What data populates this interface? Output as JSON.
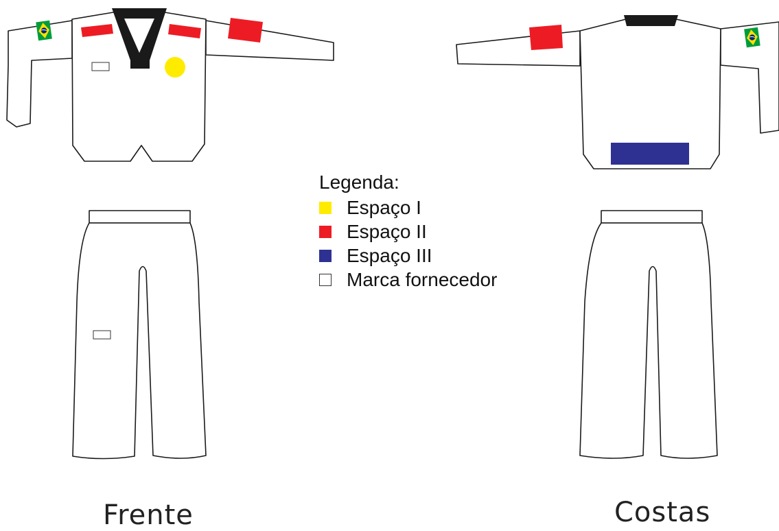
{
  "legend": {
    "title": "Legenda:",
    "items": [
      {
        "label": "Espaço I",
        "color": "#ffeb00",
        "border": "#ffeb00"
      },
      {
        "label": "Espaço II",
        "color": "#ed1c24",
        "border": "#ed1c24"
      },
      {
        "label": "Espaço III",
        "color": "#2e3192",
        "border": "#2e3192"
      },
      {
        "label": "Marca fornecedor",
        "color": "#ffffff",
        "border": "#333333"
      }
    ]
  },
  "captions": {
    "front": "Frente",
    "back": "Costas"
  },
  "colors": {
    "espaco_1": "#ffeb00",
    "espaco_2": "#ed1c24",
    "espaco_3": "#2e3192",
    "collar": "#1a1a1a",
    "flag_green": "#009c3b",
    "flag_yellow": "#ffdf00",
    "flag_blue": "#002776"
  }
}
